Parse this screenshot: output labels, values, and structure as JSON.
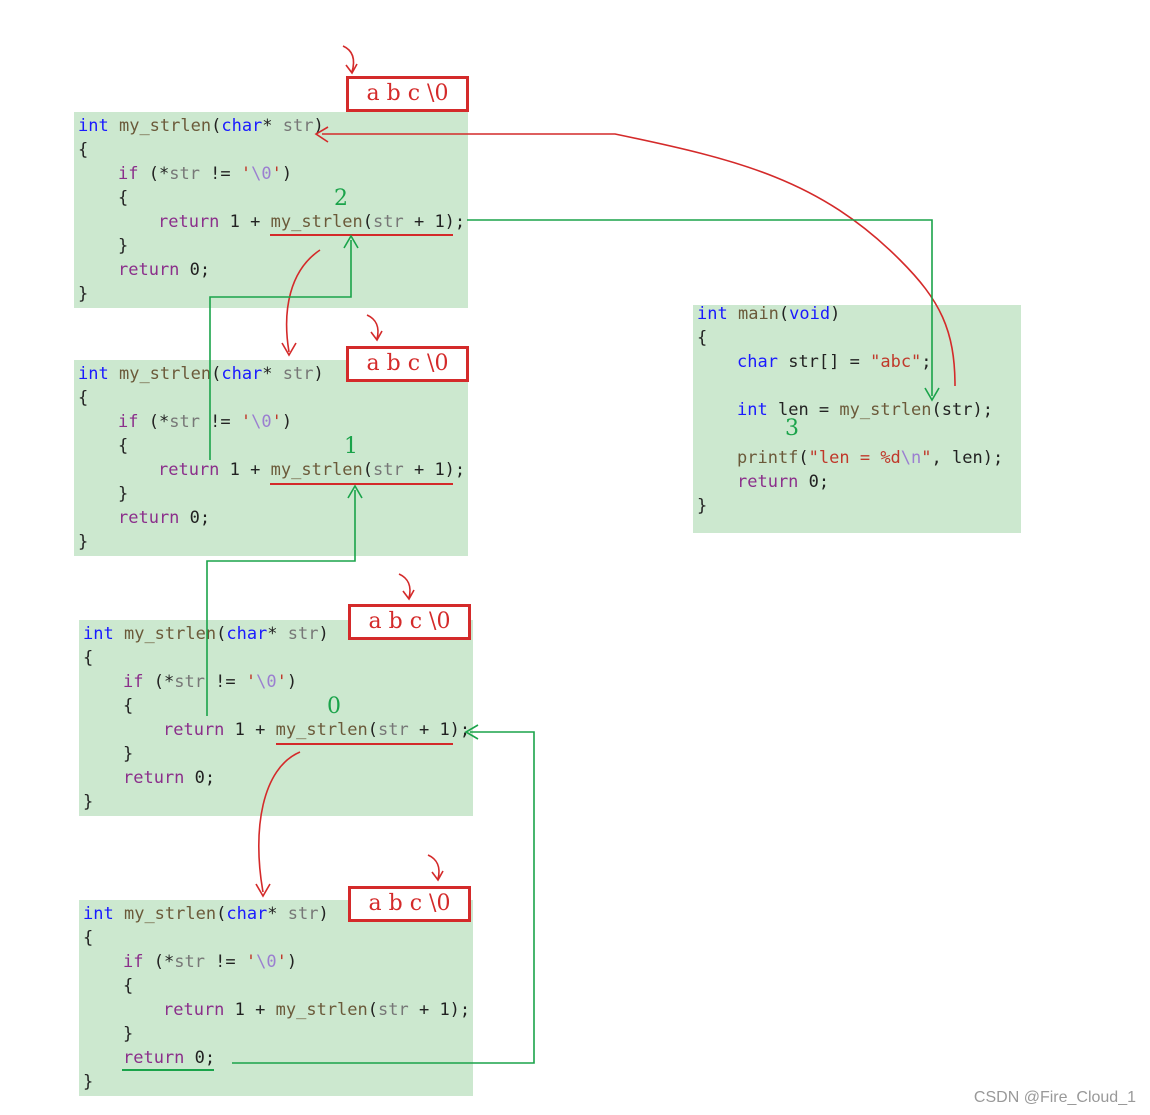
{
  "code": {
    "recursive_fn": {
      "line1": {
        "kw": "int",
        "name": "my_strlen",
        "open": "(",
        "type": "char",
        "star": "*",
        "param": "str",
        "close": ")"
      },
      "line2": "{",
      "line3": {
        "if": "if",
        "open": "(*",
        "param": "str",
        "op": " != ",
        "lit": "'",
        "esc": "\\0",
        "lit_end": "'",
        "close": ")"
      },
      "line4": "{",
      "line5": {
        "ret": "return",
        "expr": "1 +",
        "call": "my_strlen",
        "open": "(",
        "param": "str",
        "rest": " + 1);"
      },
      "line6": "}",
      "line7": {
        "ret": "return",
        "val": "0;"
      },
      "line8": "}"
    },
    "main_fn": {
      "line1": {
        "kw": "int",
        "name": "main",
        "open": "(",
        "void": "void",
        "close": ")"
      },
      "line2": "{",
      "line3": {
        "type": "char",
        "decl": "str[] =",
        "str": "\"abc\"",
        "end": ";"
      },
      "line4": {
        "type": "int",
        "decl": "len =",
        "call": "my_strlen",
        "args": "(str);"
      },
      "line5": {
        "call": "printf",
        "open": "(",
        "str_start": "\"len = %d",
        "esc": "\\n",
        "str_end": "\"",
        "rest": ", len);"
      },
      "line6": {
        "ret": "return",
        "val": "0;"
      },
      "line7": "}"
    }
  },
  "string_label": "a b c \\0",
  "return_values": [
    "2",
    "1",
    "0",
    "3"
  ],
  "watermark": "CSDN @Fire_Cloud_1",
  "colors": {
    "block_background": "#cce8cf",
    "call_arrow": "#d42a2a",
    "return_arrow": "#1aa34a",
    "keyword": "#1a1aff",
    "control_keyword": "#8b2f8b",
    "string_literal": "#c0392b"
  }
}
